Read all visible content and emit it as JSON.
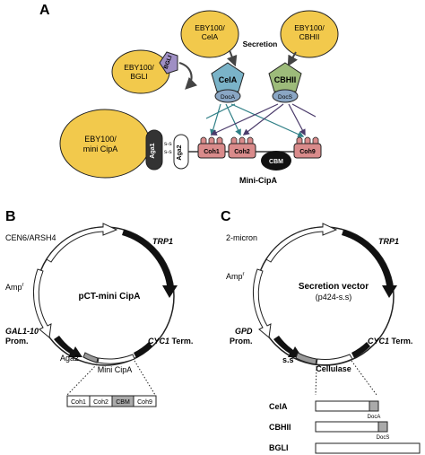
{
  "panels": {
    "a": "A",
    "b": "B",
    "c": "C"
  },
  "panel_a": {
    "yeast_cela": [
      "EBY100/",
      "CelA"
    ],
    "yeast_cbhii": [
      "EBY100/",
      "CBHII"
    ],
    "yeast_bgli": [
      "EBY100/",
      "BGLI"
    ],
    "bgli_tag": "BGLI",
    "secretion_label": "Secretion",
    "enzyme_cela": "CelA",
    "enzyme_cbhii": "CBHII",
    "docka": "DocA",
    "docks": "DocS",
    "yeast_main": [
      "EBY100/",
      "mini CipA"
    ],
    "aga1": "Aga1",
    "aga2": "Aga2",
    "ss_top": "s-s",
    "ss_bottom": "s-s",
    "coh1": "Coh1",
    "coh2": "Coh2",
    "cbm": "CBM",
    "coh9": "Coh9",
    "scaffold_label": "Mini-CipA"
  },
  "panel_b": {
    "cen": "CEN6/ARSH4",
    "trp1": "TRP1",
    "amp": "Amp",
    "amp_sup": "r",
    "plasmid": "pCT-mini CipA",
    "gal_promoter": "GAL1-10",
    "prom": "Prom.",
    "cyc1": "CYC1",
    "term": "Term.",
    "aga2": "Aga2",
    "mini_cipa": "Mini CipA",
    "boxes": [
      "Coh1",
      "Coh2",
      "CBM",
      "Coh9"
    ]
  },
  "panel_c": {
    "two_micron": "2-micron",
    "trp1": "TRP1",
    "amp": "Amp",
    "amp_sup": "r",
    "vector": "Secretion vector",
    "vector_name": "(p424-s.s)",
    "gpd": "GPD",
    "prom": "Prom.",
    "cyc1": "CYC1",
    "term": "Term.",
    "ss": "s.s",
    "cellulase": "Cellulase",
    "cela": "CelA",
    "cbhii": "CBHII",
    "bgli": "BGLI",
    "docka": "DocA",
    "docks": "DocS"
  },
  "colors": {
    "yeast": "#f2c94c",
    "cela_pentagon": "#7ab3c8",
    "cbhii_pentagon": "#9dbb7a",
    "bgli_pentagon": "#9f8fc4",
    "dockerin": "#8aa6c4",
    "cohesin": "#d98b8b",
    "arrow_teal": "#2f7f86",
    "arrow_purple": "#4a3a6a"
  }
}
